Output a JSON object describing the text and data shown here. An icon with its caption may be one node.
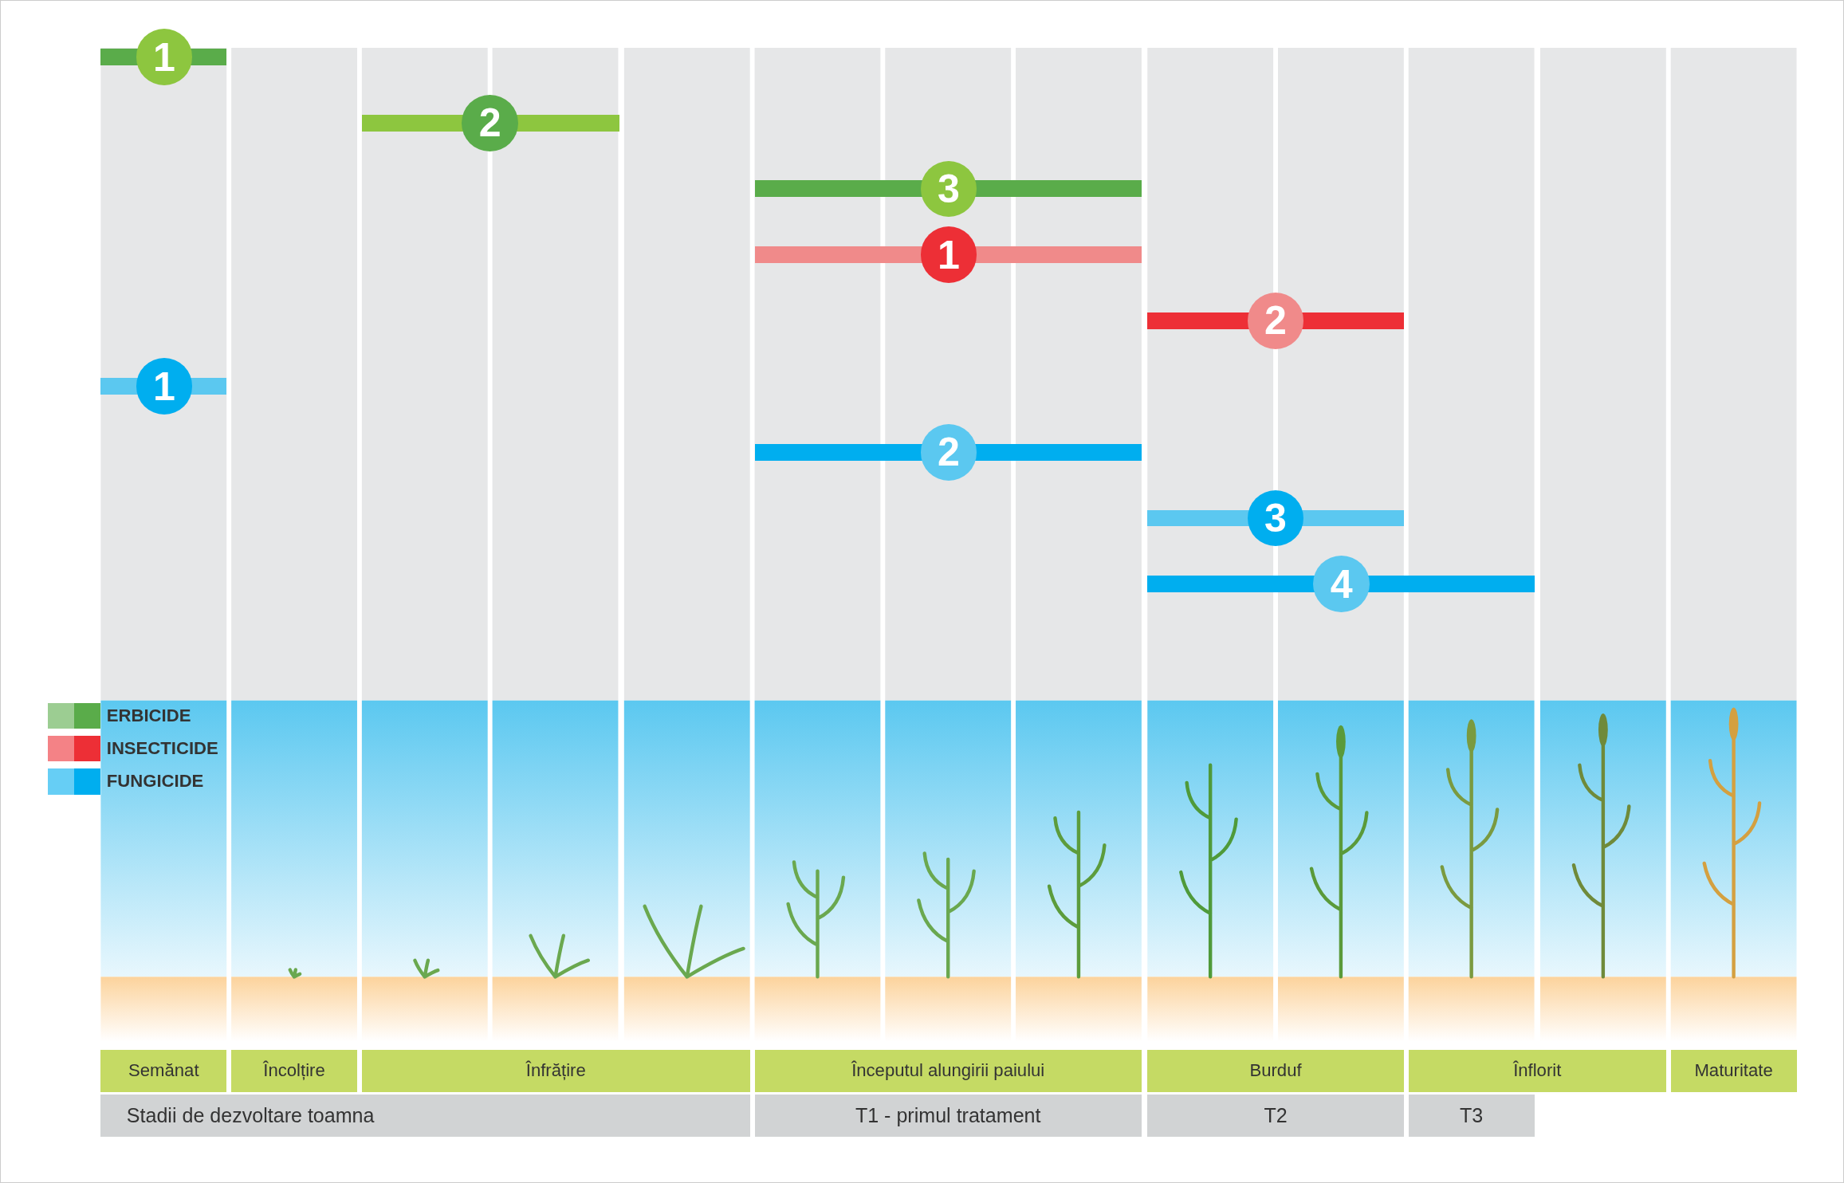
{
  "diagram": {
    "nodes": [
      {
        "text": [
          "1"
        ]
      },
      {
        "text": [
          "2"
        ]
      },
      {
        "text": [
          "3"
        ]
      },
      {
        "text": [
          "1"
        ]
      },
      {
        "text": [
          "2"
        ]
      },
      {
        "text": [
          "1"
        ]
      },
      {
        "text": [
          "2"
        ]
      },
      {
        "text": [
          "3"
        ]
      },
      {
        "text": [
          "4"
        ]
      },
      {
        "text": [
          "Semănat"
        ]
      },
      {
        "text": [
          "Încolțire"
        ]
      },
      {
        "text": [
          "Înfrățire"
        ]
      },
      {
        "text": [
          "Începutul alungirii paiului"
        ]
      },
      {
        "text": [
          "Burduf"
        ]
      },
      {
        "text": [
          "Înflorit"
        ]
      },
      {
        "text": [
          "Maturitate"
        ]
      },
      {
        "text": [
          "Stadii de dezvoltare toamna"
        ]
      },
      {
        "text": [
          "T1 - primul tratament"
        ]
      },
      {
        "text": [
          "T2"
        ]
      },
      {
        "text": [
          "T3"
        ]
      }
    ],
    "legend": [
      {
        "text": "ERBICIDE",
        "color": "#5aac4a"
      },
      {
        "text": "INSECTICIDE",
        "color": "#ed2f36"
      },
      {
        "text": "FUNGICIDE",
        "color": "#00aeef"
      }
    ]
  }
}
